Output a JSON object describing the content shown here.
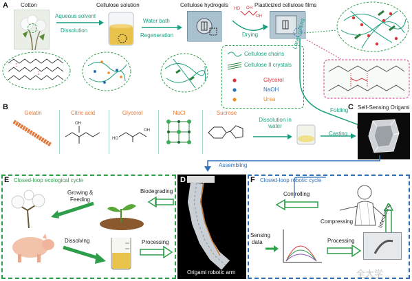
{
  "panel_a": {
    "letter": "A",
    "cotton": "Cotton",
    "solution": "Cellulose solution",
    "hydrogels": "Cellulose hydrogels",
    "films": "Plasticized cellulose films",
    "step1_top": "Aqueous solvent",
    "step1_bottom": "Dissolution",
    "step2_top": "Water bath",
    "step2_bottom": "Regeneration",
    "step3": "Drying",
    "laser": "Laser cutting",
    "legend": {
      "chains": "Cellulose chains",
      "crystals": "Cellulose II crystals",
      "glycerol": "Glycerol",
      "naoh": "NaOH",
      "urea": "Urea"
    }
  },
  "panel_b": {
    "letter": "B",
    "items": [
      "Gelatin",
      "Citric acid",
      "Glycerol",
      "NaCl",
      "Sucrose"
    ],
    "dissolution": "Dissolution in water",
    "folding": "Folding",
    "casting": "Casting"
  },
  "panel_c": {
    "letter": "C",
    "title": "Self-Sensing Origami"
  },
  "assembling": "Assembling",
  "panel_e": {
    "letter": "E",
    "title": "Closed-loop ecological cycle",
    "biodegrading": "Biodegrading",
    "growing": "Growing &",
    "feeding": "Feeding",
    "dissolving": "Dissolving",
    "processing": "Processing"
  },
  "panel_d": {
    "letter": "D",
    "caption": "Origami robotic arm"
  },
  "panel_f": {
    "letter": "F",
    "title": "Closed-loop robotic cycle",
    "controlling": "Controlling",
    "compressing": "Compressing",
    "interacting": "Interacting",
    "sensing1": "Sensing",
    "sensing2": "data",
    "processing": "Processing"
  },
  "watermark": "全大学",
  "colors": {
    "teal": "#1a9e7e",
    "green_dash": "#2e9e4a",
    "blue_dash": "#2f6fb5",
    "orange": "#e07a3c",
    "glycerol_red": "#d8343a",
    "naoh_blue": "#2f6fb5",
    "urea_orange": "#f08a24"
  }
}
